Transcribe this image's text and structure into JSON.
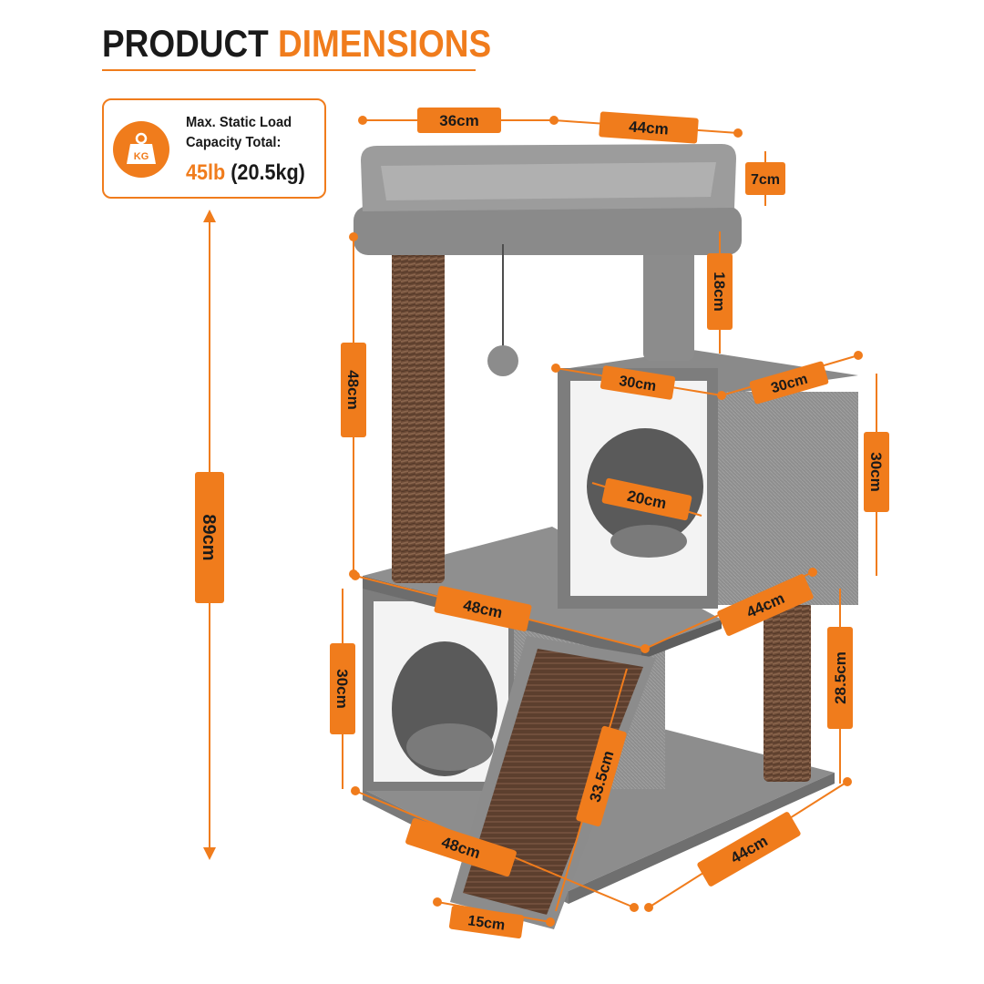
{
  "header": {
    "title_part1": "PRODUCT",
    "title_part2": "DIMENSIONS"
  },
  "load": {
    "badge": "KG",
    "line1": "Max. Static Load",
    "line2": "Capacity Total:",
    "value_lb": "45lb",
    "value_kg": "(20.5kg)"
  },
  "dimensions": {
    "top_width": "36cm",
    "top_depth": "44cm",
    "top_height": "7cm",
    "post_height_top": "18cm",
    "left_post_height": "48cm",
    "total_height": "89cm",
    "box_width": "30cm",
    "box_depth": "30cm",
    "box_height": "30cm",
    "hole_diameter": "20cm",
    "mid_width": "48cm",
    "mid_depth": "44cm",
    "lower_box_height": "30cm",
    "right_post_height": "28.5cm",
    "ramp_length": "33.5cm",
    "base_width": "48cm",
    "base_depth": "44cm",
    "ramp_width": "15cm"
  },
  "colors": {
    "accent": "#f07c1c",
    "text": "#1a1a1a",
    "fabric": "#9a9a9a",
    "sisal": "#6b4a36"
  }
}
